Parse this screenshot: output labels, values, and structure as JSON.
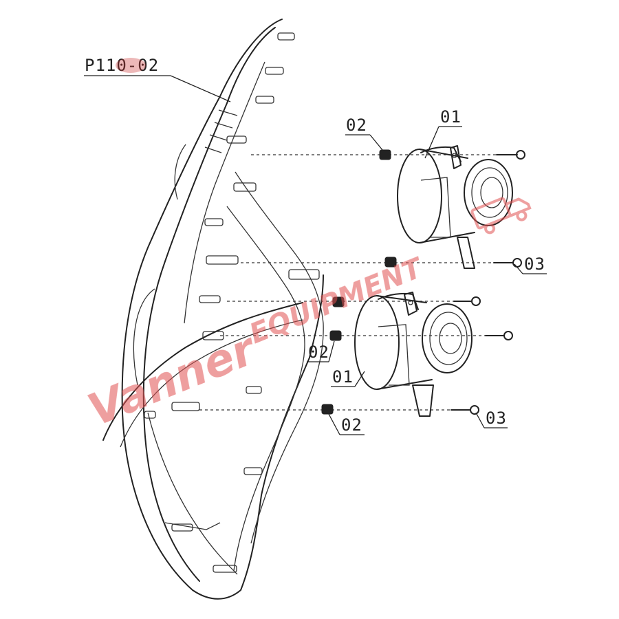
{
  "callouts": {
    "assembly_label": "P110-02",
    "lamp_upper_label": "01",
    "lamp_lower_label": "01",
    "nut_upper_label": "02",
    "nut_middle_label": "02",
    "nut_lower_label": "02",
    "screw_upper_label": "03",
    "screw_lower_label": "03"
  },
  "watermark": {
    "script_text": "Vanner",
    "block_text": "EQUIPMENT",
    "color": "#e05050"
  },
  "colors": {
    "line": "#222222",
    "background": "#ffffff"
  }
}
